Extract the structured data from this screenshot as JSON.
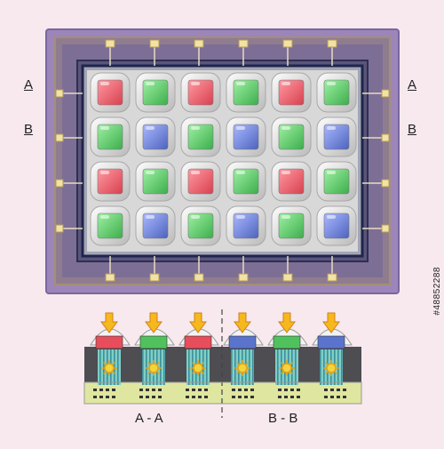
{
  "figure": {
    "top_view": {
      "rows": [
        [
          "red",
          "green",
          "red",
          "green",
          "red",
          "green"
        ],
        [
          "green",
          "blue",
          "green",
          "blue",
          "green",
          "blue"
        ],
        [
          "red",
          "green",
          "red",
          "green",
          "red",
          "green"
        ],
        [
          "green",
          "blue",
          "green",
          "blue",
          "green",
          "blue"
        ]
      ],
      "section_marks": {
        "a_left": "A",
        "a_right": "A",
        "b_left": "B",
        "b_right": "B"
      }
    },
    "cross_section": {
      "section_a_label": "A - A",
      "section_b_label": "B - B",
      "pixels_a": [
        "red",
        "green",
        "red"
      ],
      "pixels_b": [
        "blue",
        "green",
        "blue"
      ]
    },
    "colors": {
      "red": "#e84d5b",
      "green": "#4fc25d",
      "blue": "#5a73cc",
      "frame_outer": "#9c86b9",
      "frame_inner": "#5c5577",
      "pad": "#f1e2a6",
      "die": "#d8d8d8",
      "arrow": "#f6b81d"
    },
    "stock_id": "#48852288"
  }
}
